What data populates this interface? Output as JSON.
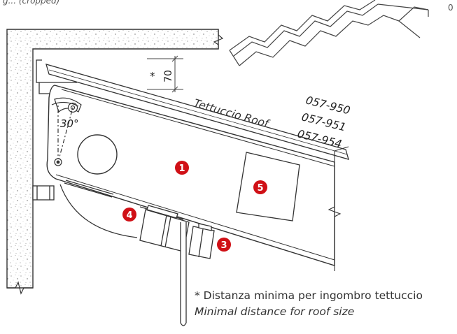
{
  "caption_fragment": "g... (cropped)",
  "corner_fragment": "0",
  "dimension": {
    "value": "70",
    "marker": "*"
  },
  "angle": {
    "label": "30°"
  },
  "roof_label": "Tettuccio Roof",
  "codes": [
    "057-950",
    "057-951",
    "057-954"
  ],
  "callouts": [
    {
      "number": "1",
      "color": "#d01016"
    },
    {
      "number": "3",
      "color": "#d01016"
    },
    {
      "number": "4",
      "color": "#d01016"
    },
    {
      "number": "5",
      "color": "#d01016"
    }
  ],
  "note_it": "* Distanza minima per ingombro tettuccio",
  "note_en": "Minimal distance for roof size"
}
